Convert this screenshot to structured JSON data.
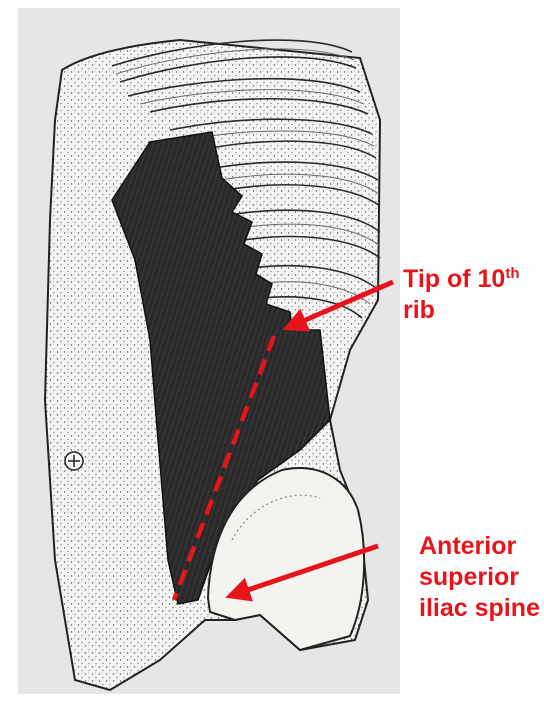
{
  "annotations": {
    "rib_tip": {
      "line1": "Tip of 10",
      "superscript": "th",
      "line2": "rib"
    },
    "asis": {
      "line1": "Anterior",
      "line2": "superior",
      "line3": "iliac spine"
    }
  },
  "colors": {
    "annotation": "#e8141b",
    "muscle": "#2b2b2b",
    "panel_background": "#e6e6e6",
    "bone": "#f3f3f0",
    "outline": "#222222"
  }
}
